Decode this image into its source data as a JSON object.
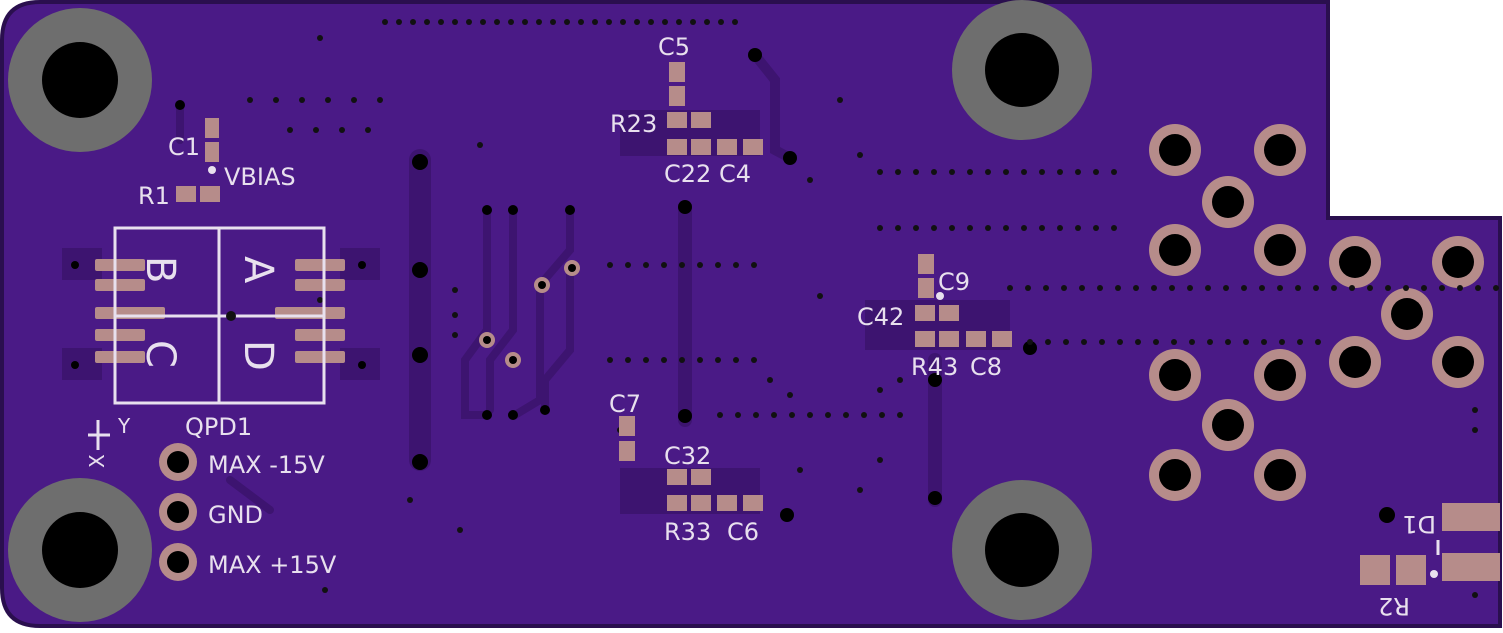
{
  "board": {
    "colors": {
      "background": "#ffffff",
      "board_outline": "#2a0f4e",
      "board_fill": "#4a1a86",
      "trace": "#3d1470",
      "pad": "#b68c8a",
      "hole": "#000000",
      "mount_ring": "#6e6e6e",
      "silkscreen": "#e8e0ee",
      "via": "#111111"
    }
  },
  "labels": {
    "c5": "C5",
    "r23": "R23",
    "c1": "C1",
    "vbias": "VBIAS",
    "r1": "R1",
    "c22": "C22",
    "c4": "C4",
    "c9": "C9",
    "c42": "C42",
    "r43": "R43",
    "c8": "C8",
    "c7": "C7",
    "c32": "C32",
    "r33": "R33",
    "c6": "C6",
    "qpd1": "QPD1",
    "max_neg": "MAX -15V",
    "gnd": "GND",
    "max_pos": "MAX +15V",
    "d1": "D1",
    "r2": "R2",
    "axis_y": "Y",
    "axis_x": "X",
    "quad_a": "A",
    "quad_b": "B",
    "quad_c": "C",
    "quad_d": "D"
  }
}
